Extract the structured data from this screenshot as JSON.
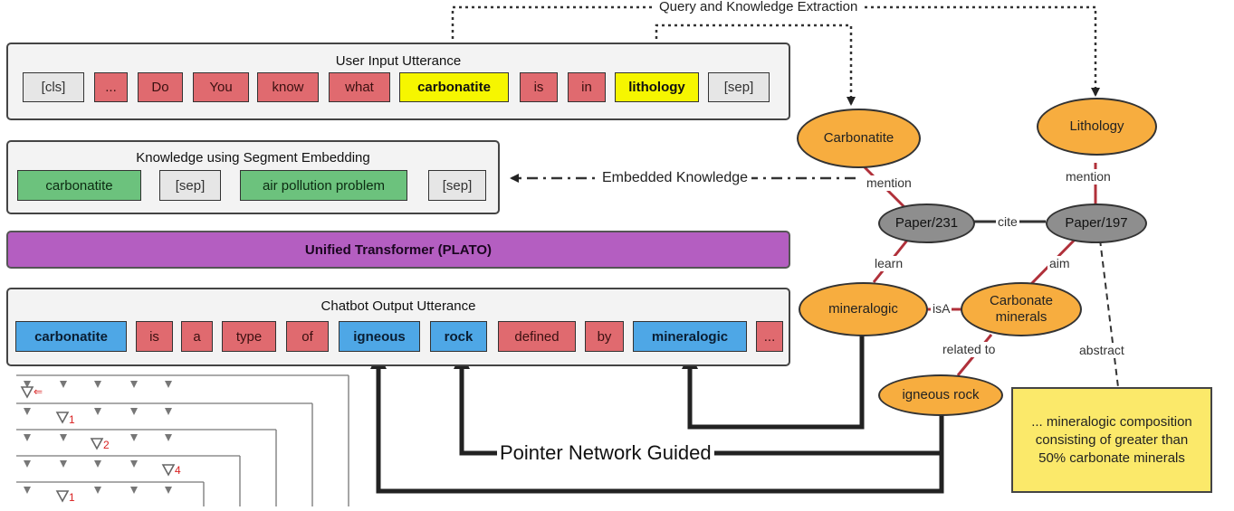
{
  "extraction_label": "Query and Knowledge Extraction",
  "input_panel": {
    "title": "User Input Utterance",
    "tokens": [
      "[cls]",
      "...",
      "Do",
      "You",
      "know",
      "what",
      "carbonatite",
      "is",
      "in",
      "lithology",
      "[sep]"
    ]
  },
  "knowledge_panel": {
    "title": "Knowledge using Segment Embedding",
    "tokens": [
      "carbonatite",
      "[sep]",
      "air pollution problem",
      "[sep]"
    ]
  },
  "embedded_label": "Embedded Knowledge",
  "transformer_label": "Unified Transformer (PLATO)",
  "output_panel": {
    "title": "Chatbot Output Utterance",
    "tokens": [
      "carbonatite",
      "is",
      "a",
      "type",
      "of",
      "igneous",
      "rock",
      "defined",
      "by",
      "mineralogic",
      "..."
    ]
  },
  "pointer_label": "Pointer Network Guided",
  "graph": {
    "nodes": {
      "carbonatite": "Carbonatite",
      "lithology": "Lithology",
      "paper231": "Paper/231",
      "paper197": "Paper/197",
      "mineralogic": "mineralogic",
      "carbonate_minerals": "Carbonate minerals",
      "igneous_rock": "igneous rock"
    },
    "edges": {
      "mention1": "mention",
      "mention2": "mention",
      "cite": "cite",
      "learn": "learn",
      "aim": "aim",
      "isA": "isA",
      "related": "related to",
      "abstract": "abstract"
    }
  },
  "abstract_note": "... mineralogic composition consisting of greater than 50% carbonate minerals",
  "pointer_inset": {
    "labels": [
      "⇐",
      "1",
      "2",
      "4",
      "1"
    ]
  },
  "colors": {
    "red": "#e06a6f",
    "yellow": "#f6f600",
    "green": "#6cc27d",
    "blue": "#4ea7e6",
    "purple": "#b45ec1",
    "orange": "#f7ad3f",
    "gray_node": "#8e8e8e",
    "note": "#fbe96a"
  }
}
